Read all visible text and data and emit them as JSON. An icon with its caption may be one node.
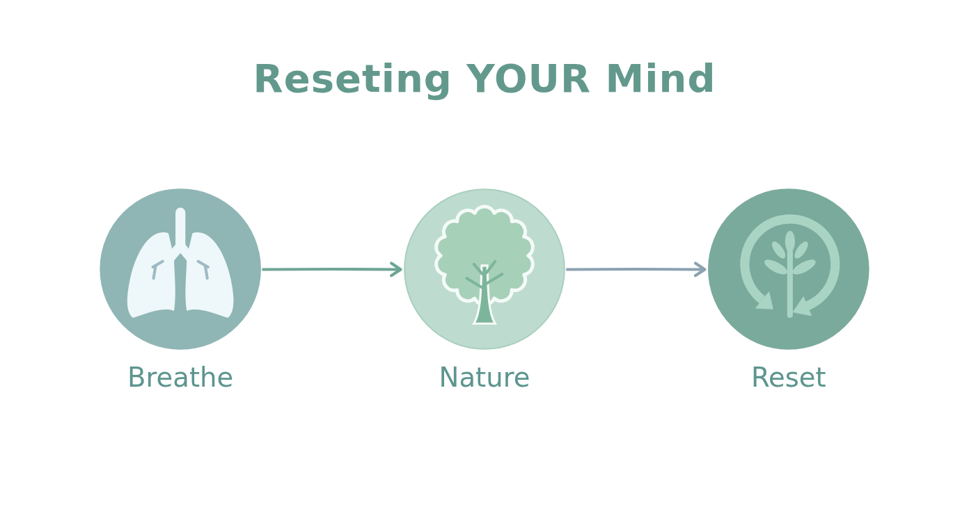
{
  "diagram": {
    "title": "Reseting YOUR Mind",
    "nodes": [
      {
        "text": [
          "Breathe"
        ]
      },
      {
        "text": [
          "Nature"
        ]
      },
      {
        "text": [
          "Reset"
        ]
      }
    ],
    "edges": [
      {
        "from": 0,
        "to": 1,
        "arrow": "to",
        "color": "#6fa596"
      },
      {
        "from": 1,
        "to": 2,
        "arrow": "to",
        "color": "#8ca2b1"
      }
    ]
  }
}
